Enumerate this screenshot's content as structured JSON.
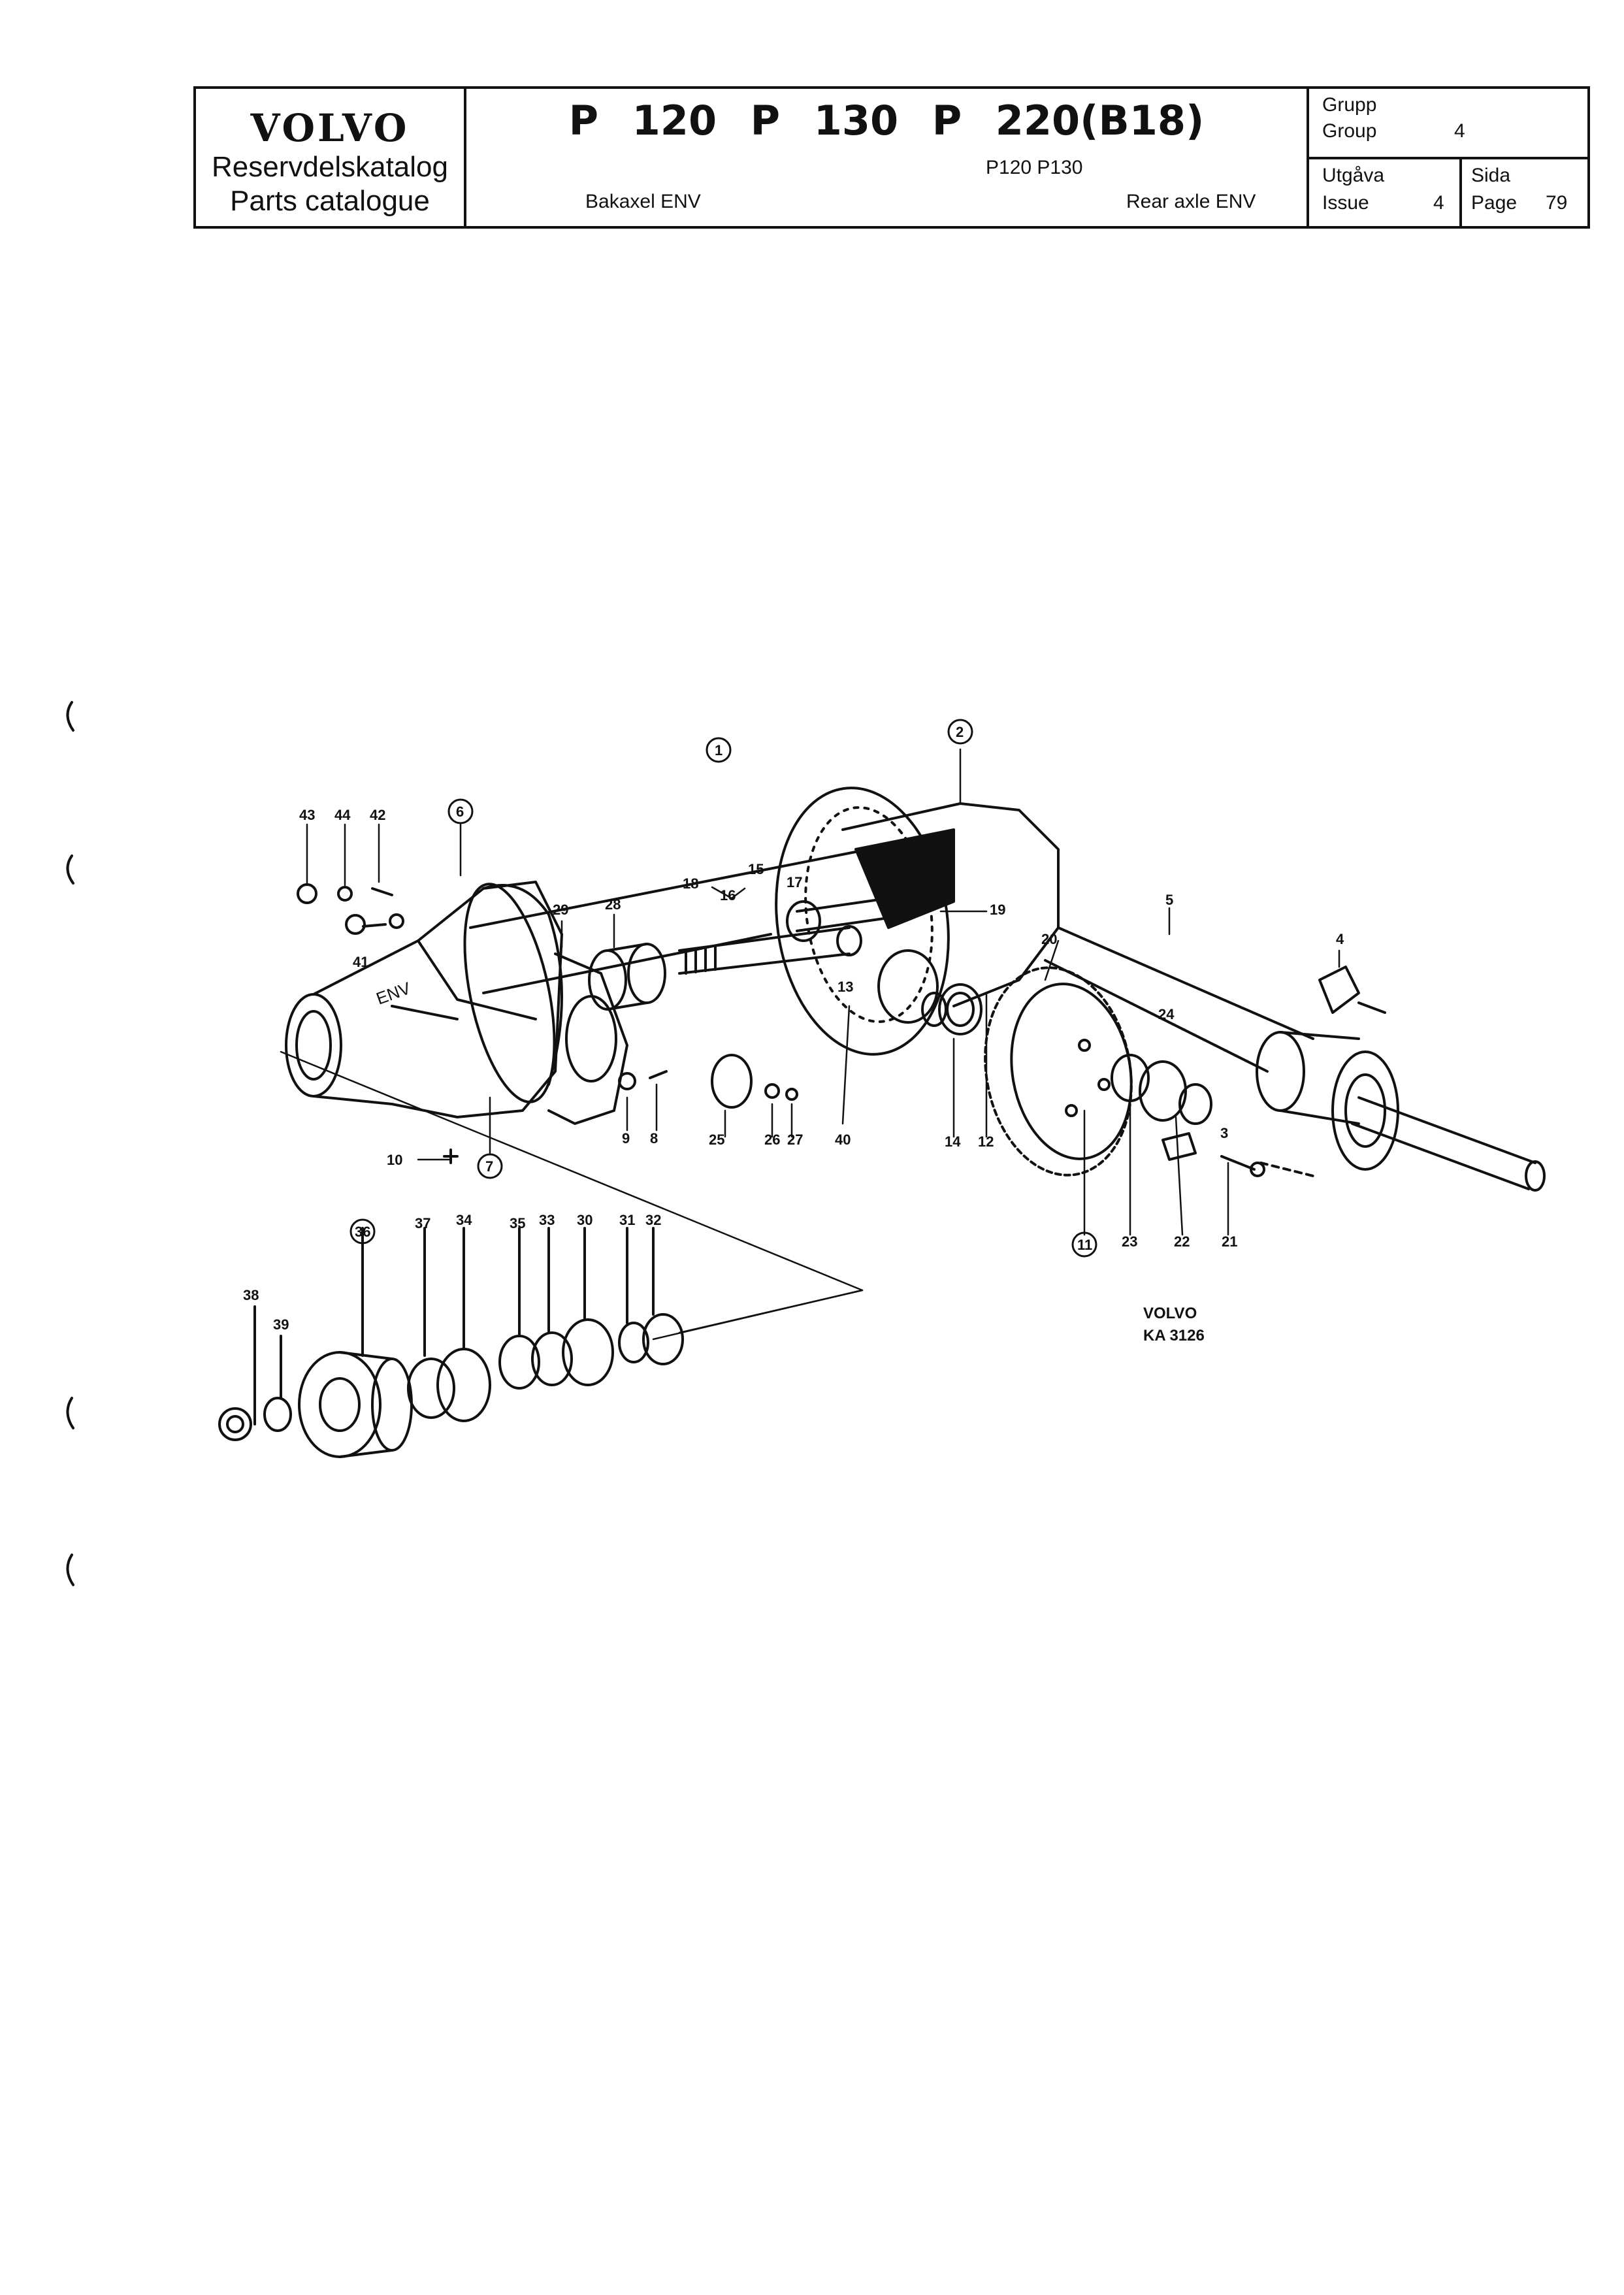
{
  "header": {
    "brand": "VOLVO",
    "catalog_sv": "Reservdelskatalog",
    "catalog_en": "Parts catalogue",
    "models": "P 120  P 130  P 220(B18)",
    "sub_models": "P120 P130",
    "section_sv": "Bakaxel ENV",
    "section_en": "Rear axle ENV",
    "group_sv": "Grupp",
    "group_en": "Group",
    "group_value": "4",
    "issue_sv": "Utgåva",
    "issue_en": "Issue",
    "issue_value": "4",
    "page_sv": "Sida",
    "page_en": "Page",
    "page_value": "79"
  },
  "diagram": {
    "ref_code_line1": "VOLVO",
    "ref_code_line2": "KA 3126",
    "callouts": [
      "1",
      "2",
      "3",
      "4",
      "5",
      "6",
      "7",
      "8",
      "9",
      "10",
      "11",
      "12",
      "13",
      "14",
      "15",
      "16",
      "17",
      "18",
      "19",
      "20",
      "21",
      "22",
      "23",
      "24",
      "25",
      "26",
      "27",
      "28",
      "29",
      "30",
      "31",
      "32",
      "33",
      "34",
      "35",
      "36",
      "37",
      "38",
      "39",
      "40",
      "41",
      "42",
      "43",
      "44"
    ],
    "circled_callouts": [
      "1",
      "2",
      "6",
      "7",
      "11",
      "36"
    ]
  }
}
